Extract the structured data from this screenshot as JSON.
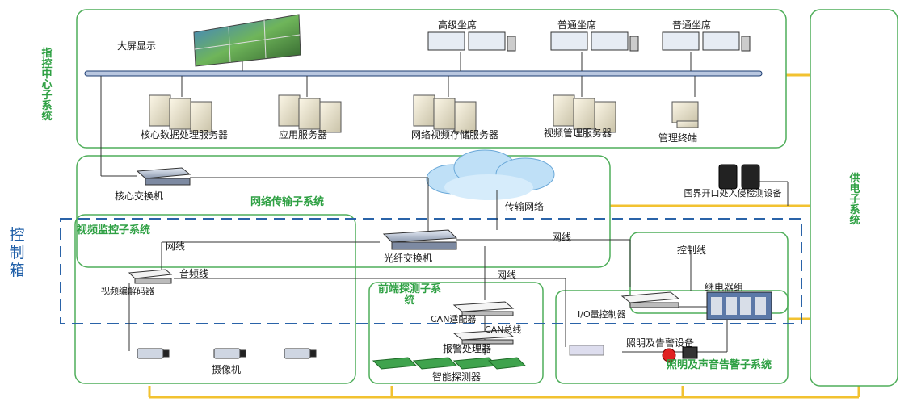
{
  "subsystems": {
    "command_center": "指控中心子系统",
    "network_transport": "网络传输子系统",
    "video_monitor": "视频监控子系统",
    "front_detect": "前端探测子系统",
    "alarm_light": "照明及声音告警子系统",
    "power": "供电子系统",
    "control_box": "控制箱"
  },
  "devices": {
    "big_screen": "大屏显示",
    "senior_seat": "高级坐席",
    "normal_seat_1": "普通坐席",
    "normal_seat_2": "普通坐席",
    "core_data_server": "核心数据处理服务器",
    "app_server": "应用服务器",
    "video_storage_server": "网络视频存储服务器",
    "video_mgmt_server": "视频管理服务器",
    "mgmt_terminal": "管理终端",
    "core_switch": "核心交换机",
    "transport_network": "传输网络",
    "optical_switch": "光纤交换机",
    "border_detect": "国界开口处入侵检测设备",
    "video_codec": "视频编解码器",
    "camera": "摄像机",
    "can_adapter": "CAN适配器",
    "alarm_processor": "报警处理器",
    "smart_detector": "智能探测器",
    "io_controller": "I/O量控制器",
    "relay_group": "继电器组",
    "light_alarm_device": "照明及告警设备"
  },
  "cables": {
    "network_line_1": "网线",
    "network_line_2": "网线",
    "network_line_3": "网线",
    "audio_line": "音频线",
    "can_bus": "CAN总线",
    "control_line": "控制线"
  }
}
